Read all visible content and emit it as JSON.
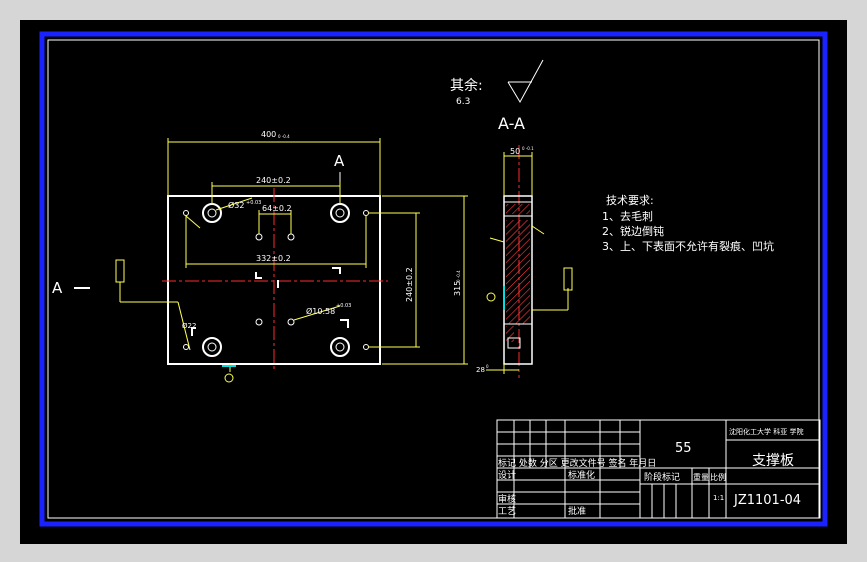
{
  "drawing": {
    "roughness_label": "其余:",
    "roughness_value": "6.3",
    "section_label": "A-A",
    "cut_mark_a": "A",
    "cut_mark_left": "A"
  },
  "dimensions": {
    "width_top": "400",
    "width_top_tol": "0\n-0.4",
    "pitch_240_top": "240±0.2",
    "hole_dia": "Ø32",
    "hole_dia_tol": "+0.03",
    "pitch_64": "64±0.2",
    "pitch_332": "332±0.2",
    "pitch_240_right": "240±0.2",
    "height_315": "315",
    "height_315_tol": "0\n-0.4",
    "hole_10": "Ø10.58",
    "hole_10_tol": "+0.03",
    "hole_22": "Ø22",
    "thick_50": "50",
    "thick_50_tol": "0\n-0.1",
    "thick_28": "28",
    "thick_28_tol": "0"
  },
  "tech_notes": {
    "title": "技术要求:",
    "items": [
      "1、去毛刺",
      "2、锐边倒钝",
      "3、上、下表面不允许有裂痕、凹坑"
    ]
  },
  "title_block": {
    "quantity": "55",
    "school": "沈阳化工大学 科亚 学院",
    "part_name": "支撑板",
    "drawing_no": "JZ1101-04",
    "header_row": "标记 处数 分区 更改文件号 签名 年月日",
    "design": "设计",
    "standardize": "标准化",
    "stage_label": "阶段标记",
    "weight_label": "重量",
    "scale_label": "比例",
    "scale_value": "1:1",
    "review": "审核",
    "process": "工艺",
    "approve": "批准"
  },
  "colors": {
    "frame": "#1a23ff",
    "line": "#ffffff",
    "center": "#ff2a2a",
    "dimension": "#ffff55",
    "hatch": "#ff4040",
    "accent": "#00e0e0"
  }
}
